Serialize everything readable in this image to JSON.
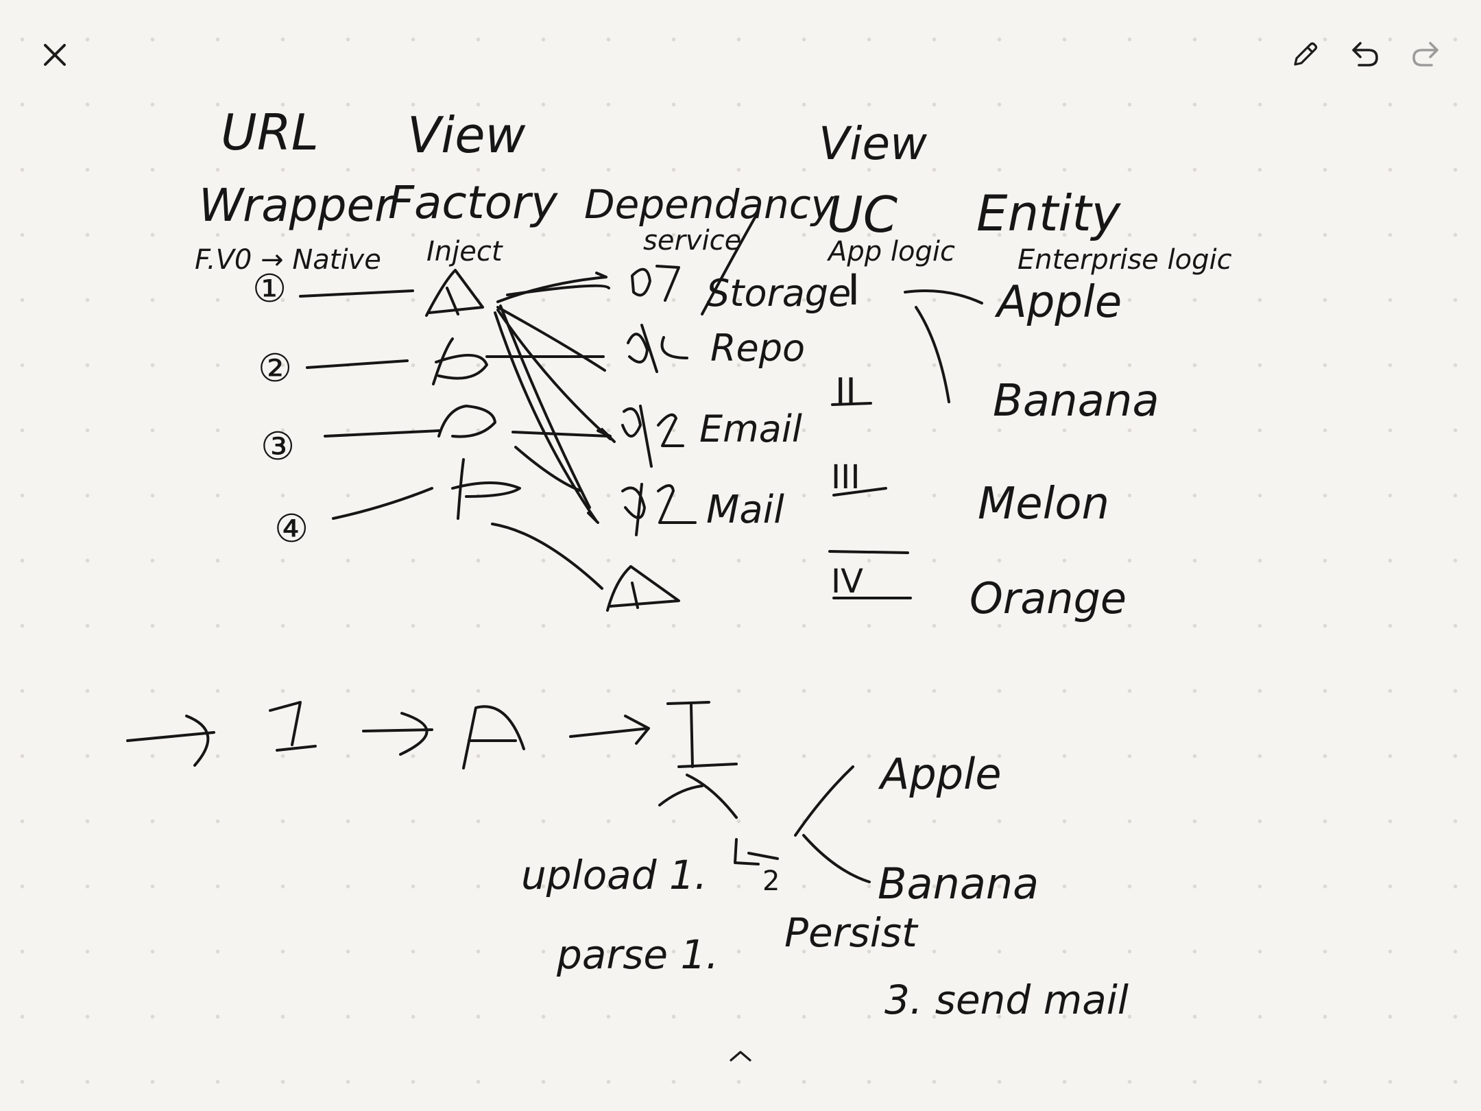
{
  "toolbar": {
    "close_icon": "close-icon",
    "pen_icon": "pencil-icon",
    "undo_icon": "undo-icon",
    "redo_icon": "redo-icon",
    "expand_icon": "chevron-up-icon"
  },
  "colors": {
    "background": "#f5f4f0",
    "ink": "#161616",
    "icon": "#1c1c1c",
    "icon_disabled": "#9b9b9b",
    "dots": "#dcdad3"
  },
  "sketch": {
    "headers": {
      "url": "URL",
      "view_left": "View",
      "view_right": "View",
      "wrapper": "Wrapper",
      "factory": "Factory",
      "dependency": "Dependancy",
      "service": "service",
      "uc": "UC",
      "entity": "Entity"
    },
    "subheaders": {
      "fvo_native": "F.V0 → Native",
      "inject": "Inject",
      "app_logic": "App logic",
      "enterprise_logic": "Enterprise logic"
    },
    "wrapper_labels": [
      "①",
      "②",
      "③",
      "④"
    ],
    "service_labels": [
      "Storage",
      "Repo",
      "Email",
      "Mail"
    ],
    "uc_labels": [
      "I",
      "II",
      "III",
      "IV"
    ],
    "entity_labels": [
      "Apple",
      "Banana",
      "Melon",
      "Orange"
    ],
    "flow": {
      "uc_out_apple": "Apple",
      "uc_out_banana": "Banana",
      "step_upload": "upload 1.",
      "step_parse": "parse 1.",
      "step_persist_num": "2",
      "step_persist": "Persist",
      "step_send_mail": "3. send mail"
    }
  }
}
